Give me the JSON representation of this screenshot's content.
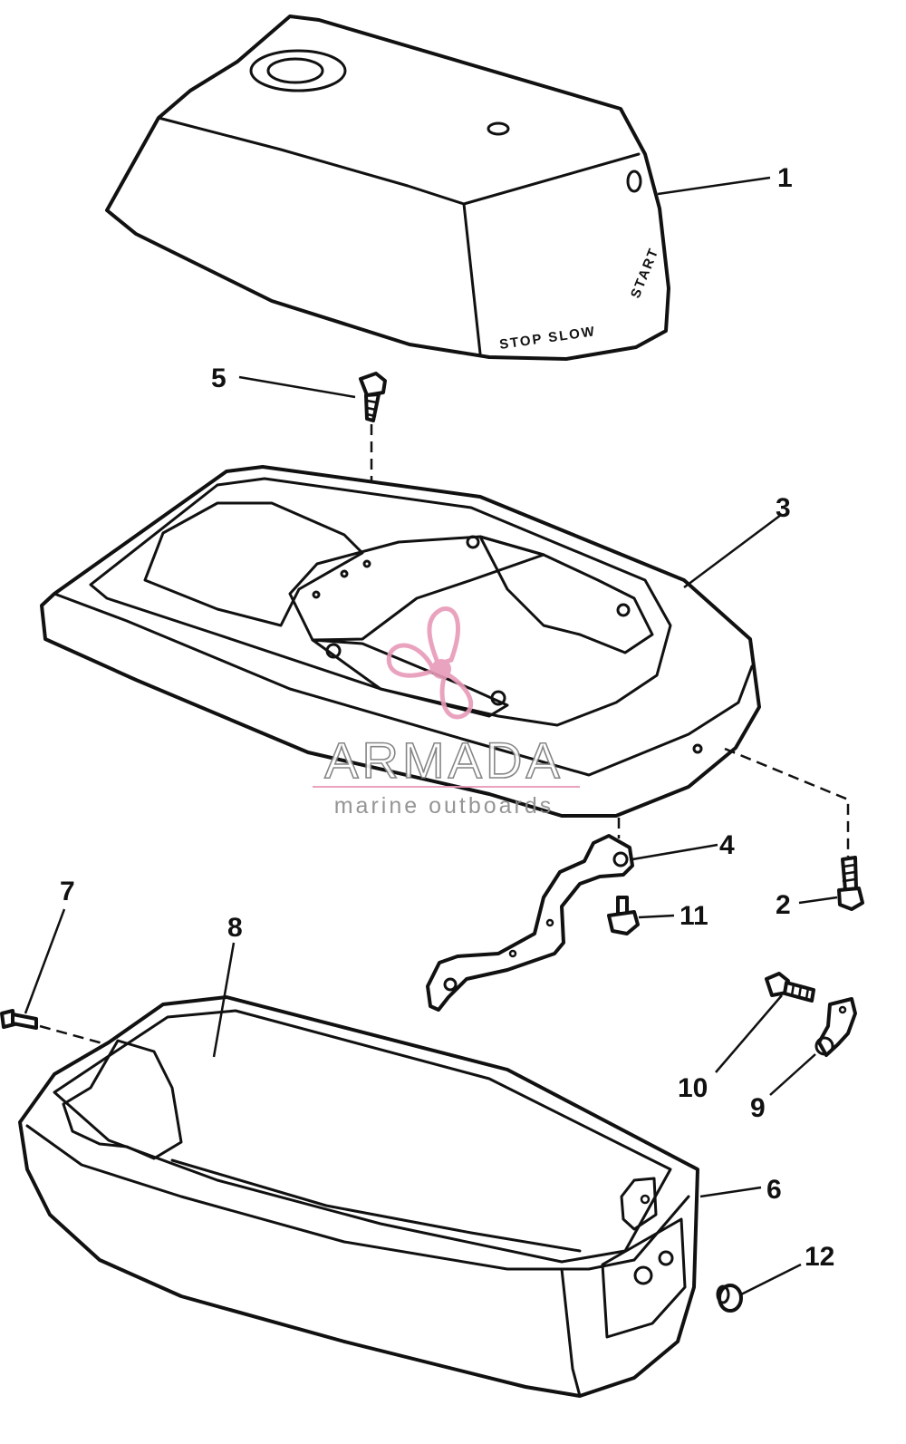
{
  "cowling_labels": {
    "stop_slow": "STOP SLOW",
    "side": "START"
  },
  "watermark": {
    "brand": "ARMADA",
    "tagline": "marine outboards",
    "color": "#e89ab8"
  },
  "callouts": [
    {
      "id": "part-1",
      "number": "1"
    },
    {
      "id": "part-2",
      "number": "2"
    },
    {
      "id": "part-3",
      "number": "3"
    },
    {
      "id": "part-4",
      "number": "4"
    },
    {
      "id": "part-5",
      "number": "5"
    },
    {
      "id": "part-6",
      "number": "6"
    },
    {
      "id": "part-7",
      "number": "7"
    },
    {
      "id": "part-8",
      "number": "8"
    },
    {
      "id": "part-9",
      "number": "9"
    },
    {
      "id": "part-10",
      "number": "10"
    },
    {
      "id": "part-11",
      "number": "11"
    },
    {
      "id": "part-12",
      "number": "12"
    }
  ]
}
